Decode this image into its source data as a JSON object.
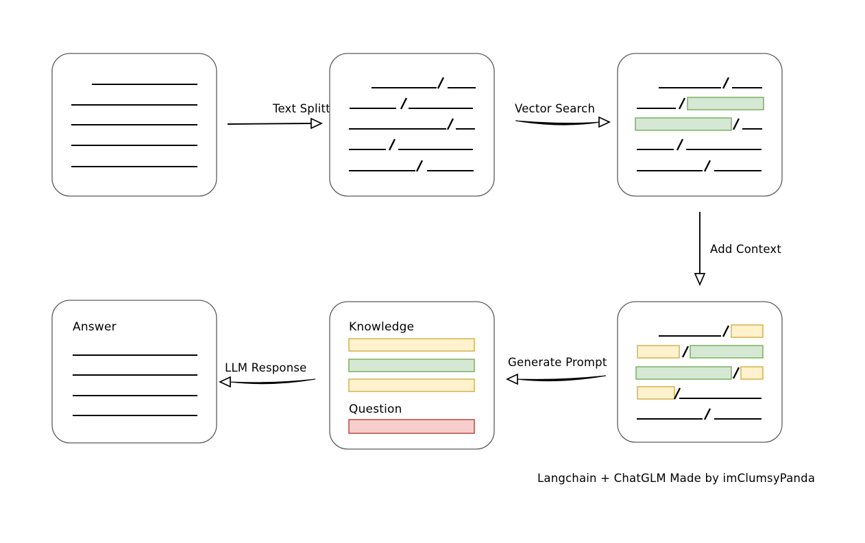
{
  "diagram": {
    "title_note": "Langchain + ChatGLM Made by imClumsyPanda",
    "colors": {
      "highlight_green_fill": "#d5e8d4",
      "highlight_green_stroke": "#82b366",
      "highlight_yellow_fill": "#fff2cc",
      "highlight_yellow_stroke": "#d6b656",
      "highlight_red_fill": "#f8cecc",
      "highlight_red_stroke": "#b85450",
      "box_stroke": "#5a5a5a",
      "line_stroke": "#000000",
      "background": "#ffffff"
    },
    "nodes": [
      {
        "id": "source-document",
        "label": "",
        "role": "Raw source document with unsplit text lines",
        "lines": 5
      },
      {
        "id": "split-chunks",
        "label": "",
        "role": "Document after text splitting into chunks separated by slashes",
        "lines": 5
      },
      {
        "id": "vector-matches",
        "label": "",
        "role": "Chunks with vector-search matches highlighted green",
        "lines": 5,
        "highlights": [
          "green",
          "green"
        ]
      },
      {
        "id": "context-added",
        "label": "",
        "role": "Chunks with retrieved context highlighted green and yellow",
        "lines": 5,
        "highlights": [
          "yellow",
          "yellow",
          "green",
          "green",
          "yellow",
          "yellow"
        ]
      },
      {
        "id": "prompt-box",
        "label": "",
        "role": "Assembled prompt containing knowledge chunks and the question",
        "sections": [
          {
            "heading": "Knowledge",
            "bars": [
              "yellow",
              "green",
              "yellow"
            ]
          },
          {
            "heading": "Question",
            "bars": [
              "red"
            ]
          }
        ]
      },
      {
        "id": "answer-box",
        "label": "Answer",
        "role": "Final answer returned by the LLM",
        "lines": 4
      }
    ],
    "edges": [
      {
        "id": "edge-text-splitter",
        "label": "Text Splitter",
        "from": "source-document",
        "to": "split-chunks",
        "direction": "right"
      },
      {
        "id": "edge-vector-search",
        "label": "Vector Search",
        "from": "split-chunks",
        "to": "vector-matches",
        "direction": "right"
      },
      {
        "id": "edge-add-context",
        "label": "Add Context",
        "from": "vector-matches",
        "to": "context-added",
        "direction": "down"
      },
      {
        "id": "edge-generate-prompt",
        "label": "Generate Prompt",
        "from": "context-added",
        "to": "prompt-box",
        "direction": "left"
      },
      {
        "id": "edge-llm-response",
        "label": "LLM Response",
        "from": "prompt-box",
        "to": "answer-box",
        "direction": "left"
      }
    ]
  }
}
